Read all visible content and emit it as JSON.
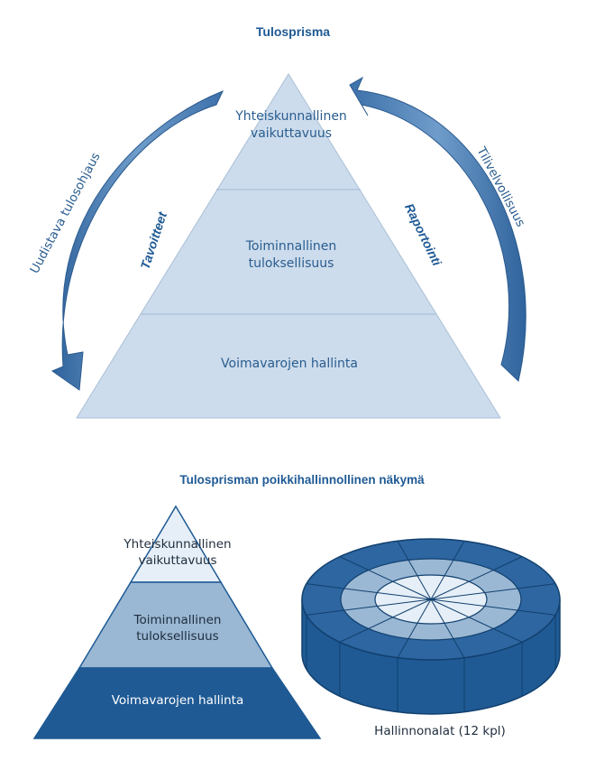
{
  "titles": {
    "main": "Tulosprisma",
    "secondary": "Tulosprisman poikkihallinnollinen näkymä"
  },
  "top_pyramid": {
    "levels": [
      {
        "line1": "Yhteiskunnallinen",
        "line2": "vaikuttavuus"
      },
      {
        "line1": "Toiminnallinen",
        "line2": "tuloksellisuus"
      },
      {
        "line1": "Voimavarojen hallinta",
        "line2": ""
      }
    ],
    "left_side_label": "Tavoitteet",
    "right_side_label": "Raportointi"
  },
  "arrows": {
    "left_label": "Uudistava tulosohjaus",
    "right_label": "Tilivelvollisuus"
  },
  "bottom_pyramid": {
    "levels": [
      {
        "line1": "Yhteiskunnallinen",
        "line2": "vaikuttavuus"
      },
      {
        "line1": "Toiminnallinen",
        "line2": "tuloksellisuus"
      },
      {
        "line1": "Voimavarojen hallinta",
        "line2": ""
      }
    ]
  },
  "disc": {
    "caption": "Hallinnonalat (12 kpl)",
    "segments": 12
  },
  "colors": {
    "top_pyramid_fill": "#cddcec",
    "arrow_fill": "#4b80b7",
    "level_light": "#e6eff7",
    "level_mid": "#9ab8d4",
    "level_dark": "#1f5a94"
  }
}
